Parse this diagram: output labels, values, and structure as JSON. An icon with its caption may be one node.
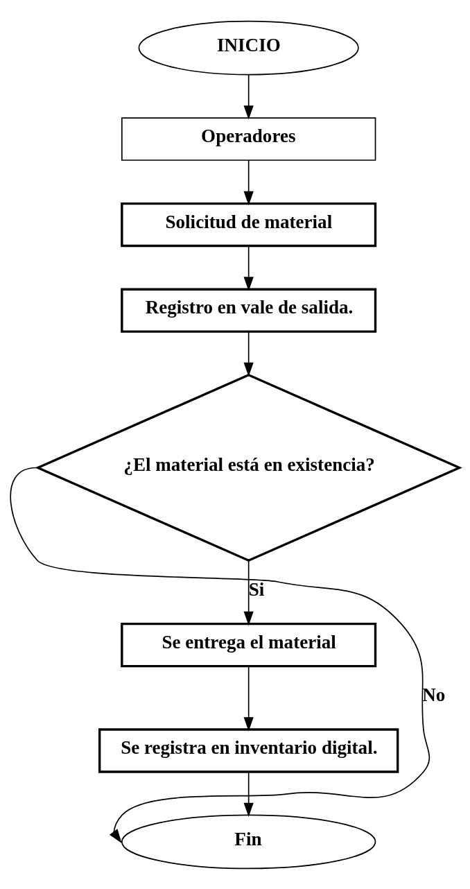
{
  "diagram": {
    "nodes": [
      {
        "text": [
          "INICIO"
        ]
      },
      {
        "text": [
          "Operadores"
        ]
      },
      {
        "text": [
          "Solicitud de material"
        ]
      },
      {
        "text": [
          "Registro en vale de salida."
        ]
      },
      {
        "text": [
          "¿El material está en existencia?"
        ]
      },
      {
        "text": [
          "Se entrega el material"
        ]
      },
      {
        "text": [
          "Se registra en inventario digital."
        ]
      },
      {
        "text": [
          "Fin"
        ]
      }
    ],
    "edges": [
      {
        "from": 0,
        "to": 1,
        "arrow": "to"
      },
      {
        "from": 1,
        "to": 2,
        "arrow": "to"
      },
      {
        "from": 2,
        "to": 3,
        "arrow": "to"
      },
      {
        "from": 3,
        "to": 4,
        "arrow": "to"
      },
      {
        "from": 4,
        "to": 5,
        "arrow": "to",
        "label": "Si"
      },
      {
        "from": 6,
        "to": 7,
        "arrow": "to"
      },
      {
        "from": 4,
        "to": 7,
        "arrow": "to",
        "label": "No"
      },
      {
        "from": 5,
        "to": 6,
        "arrow": "to"
      }
    ]
  }
}
